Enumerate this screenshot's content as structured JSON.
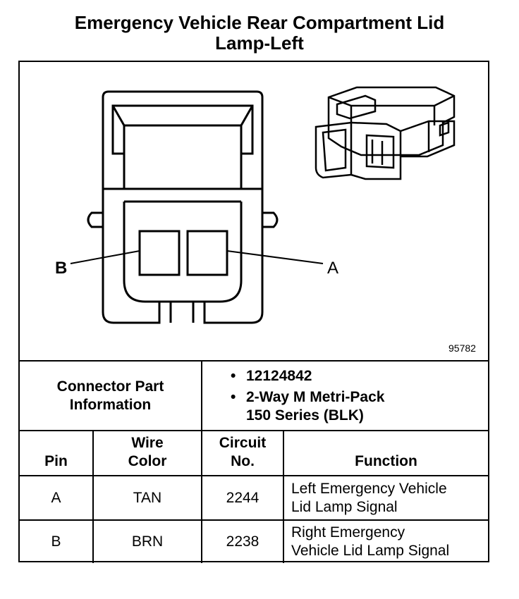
{
  "title": {
    "line1": "Emergency Vehicle Rear Compartment Lid",
    "line2": "Lamp-Left"
  },
  "diagram": {
    "pin_labels": [
      "B",
      "A"
    ],
    "reference_number": "95782"
  },
  "connector_info": {
    "label_line1": "Connector Part",
    "label_line2": "Information",
    "bullet_glyph": "•",
    "items": [
      {
        "line1": "12124842",
        "line2": ""
      },
      {
        "line1": "2-Way M Metri-Pack",
        "line2": "150 Series (BLK)"
      }
    ]
  },
  "table": {
    "headers": {
      "pin": "Pin",
      "wire_color_line1": "Wire",
      "wire_color_line2": "Color",
      "circuit_line1": "Circuit",
      "circuit_line2": "No.",
      "function": "Function"
    },
    "rows": [
      {
        "pin": "A",
        "wire_color": "TAN",
        "circuit": "2244",
        "function_line1": "Left Emergency Vehicle",
        "function_line2": "Lid Lamp Signal"
      },
      {
        "pin": "B",
        "wire_color": "BRN",
        "circuit": "2238",
        "function_line1": "Right Emergency",
        "function_line2": "Vehicle Lid Lamp Signal"
      }
    ]
  }
}
